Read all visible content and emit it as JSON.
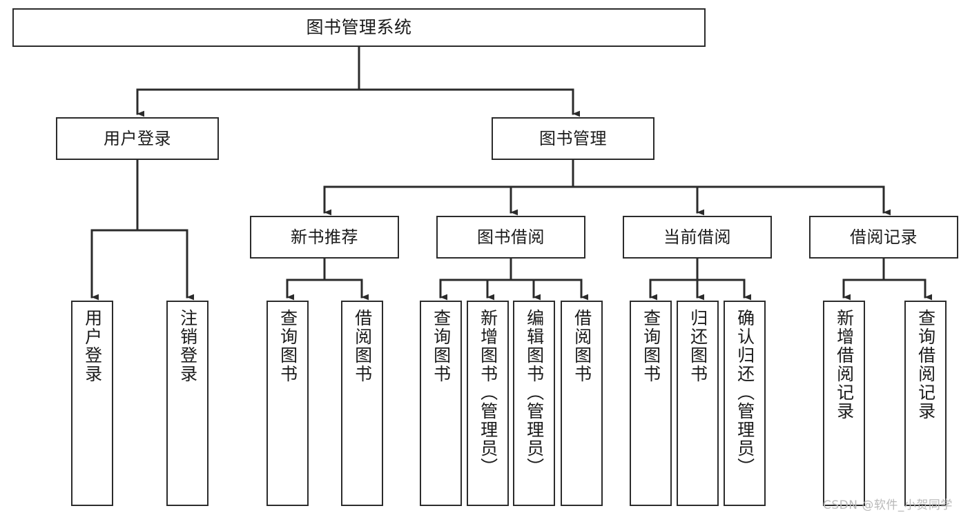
{
  "diagram": {
    "title": "图书管理系统",
    "type": "tree-hierarchy-diagram",
    "colors": {
      "box_border": "#2b2b2b",
      "box_fill": "#ffffff",
      "edge": "#2b2b2b",
      "text": "#1a1a1a",
      "watermark": "#b9b9b9",
      "canvas": "#ffffff"
    },
    "root": {
      "label": "图书管理系统"
    },
    "level2": [
      {
        "label": "用户登录"
      },
      {
        "label": "图书管理"
      }
    ],
    "level3": [
      {
        "label": "新书推荐"
      },
      {
        "label": "图书借阅"
      },
      {
        "label": "当前借阅"
      },
      {
        "label": "借阅记录"
      }
    ],
    "leaves": {
      "user_login": [
        {
          "label": "用户登录"
        },
        {
          "label": "注销登录"
        }
      ],
      "new_book_recommend": [
        {
          "label": "查询图书"
        },
        {
          "label": "借阅图书"
        }
      ],
      "book_borrow": [
        {
          "label": "查询图书"
        },
        {
          "label": "新增图书（管理员）"
        },
        {
          "label": "编辑图书（管理员）"
        },
        {
          "label": "借阅图书"
        }
      ],
      "current_borrow": [
        {
          "label": "查询图书"
        },
        {
          "label": "归还图书"
        },
        {
          "label": "确认归还（管理员）"
        }
      ],
      "borrow_record": [
        {
          "label": "新增借阅记录"
        },
        {
          "label": "查询借阅记录"
        }
      ]
    },
    "watermark": "CSDN @软件_小贺同学"
  }
}
